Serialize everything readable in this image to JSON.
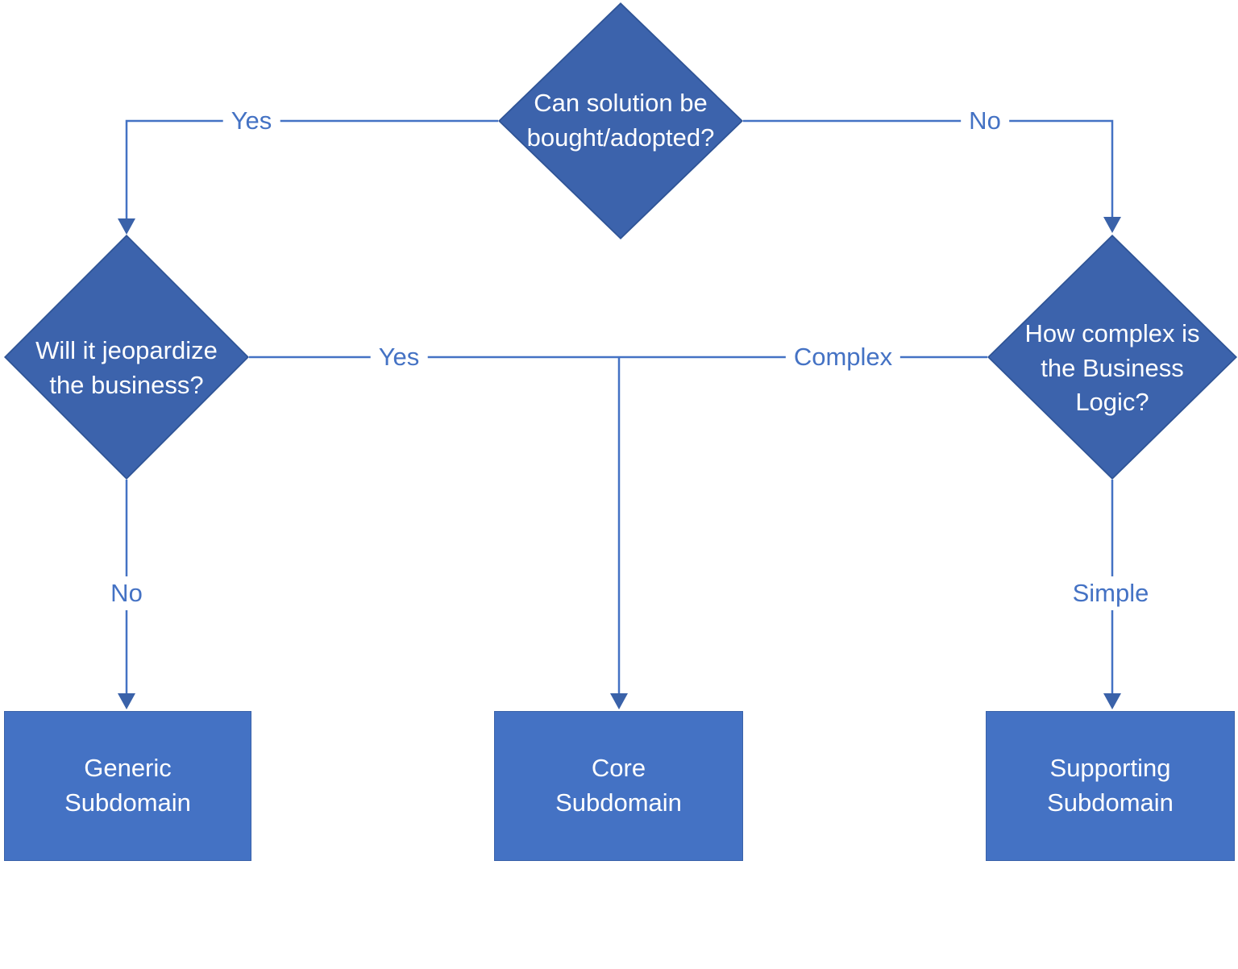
{
  "diagram": {
    "nodes": {
      "can_buy": {
        "type": "decision",
        "label": "Can solution be bought/adopted?",
        "lines": [
          "Can solution be",
          "bought/adopted?"
        ]
      },
      "jeopardize": {
        "type": "decision",
        "label": "Will it jeopardize the business?",
        "lines": [
          "Will it jeopardize",
          "the business?"
        ]
      },
      "complexity": {
        "type": "decision",
        "label": "How complex is the Business Logic?",
        "lines": [
          "How complex is",
          "the Business",
          "Logic?"
        ]
      },
      "generic": {
        "type": "result",
        "label": "Generic Subdomain",
        "lines": [
          "Generic",
          "Subdomain"
        ]
      },
      "core": {
        "type": "result",
        "label": "Core Subdomain",
        "lines": [
          "Core",
          "Subdomain"
        ]
      },
      "supporting": {
        "type": "result",
        "label": "Supporting Subdomain",
        "lines": [
          "Supporting",
          "Subdomain"
        ]
      }
    },
    "edges": [
      {
        "from": "can_buy",
        "to": "jeopardize",
        "label": "Yes"
      },
      {
        "from": "can_buy",
        "to": "complexity",
        "label": "No"
      },
      {
        "from": "jeopardize",
        "to": "core",
        "label": "Yes"
      },
      {
        "from": "jeopardize",
        "to": "generic",
        "label": "No"
      },
      {
        "from": "complexity",
        "to": "core",
        "label": "Complex"
      },
      {
        "from": "complexity",
        "to": "supporting",
        "label": "Simple"
      }
    ],
    "colors": {
      "background": "#FFFFFF",
      "diamond_fill": "#3C63AC",
      "diamond_border": "#2F5496",
      "box_fill": "#4472C4",
      "box_border": "#3A62A9",
      "connector": "#4472C4",
      "arrowhead": "#3A62A9",
      "edge_label_text": "#4472C4",
      "node_text": "#FFFFFF"
    }
  }
}
